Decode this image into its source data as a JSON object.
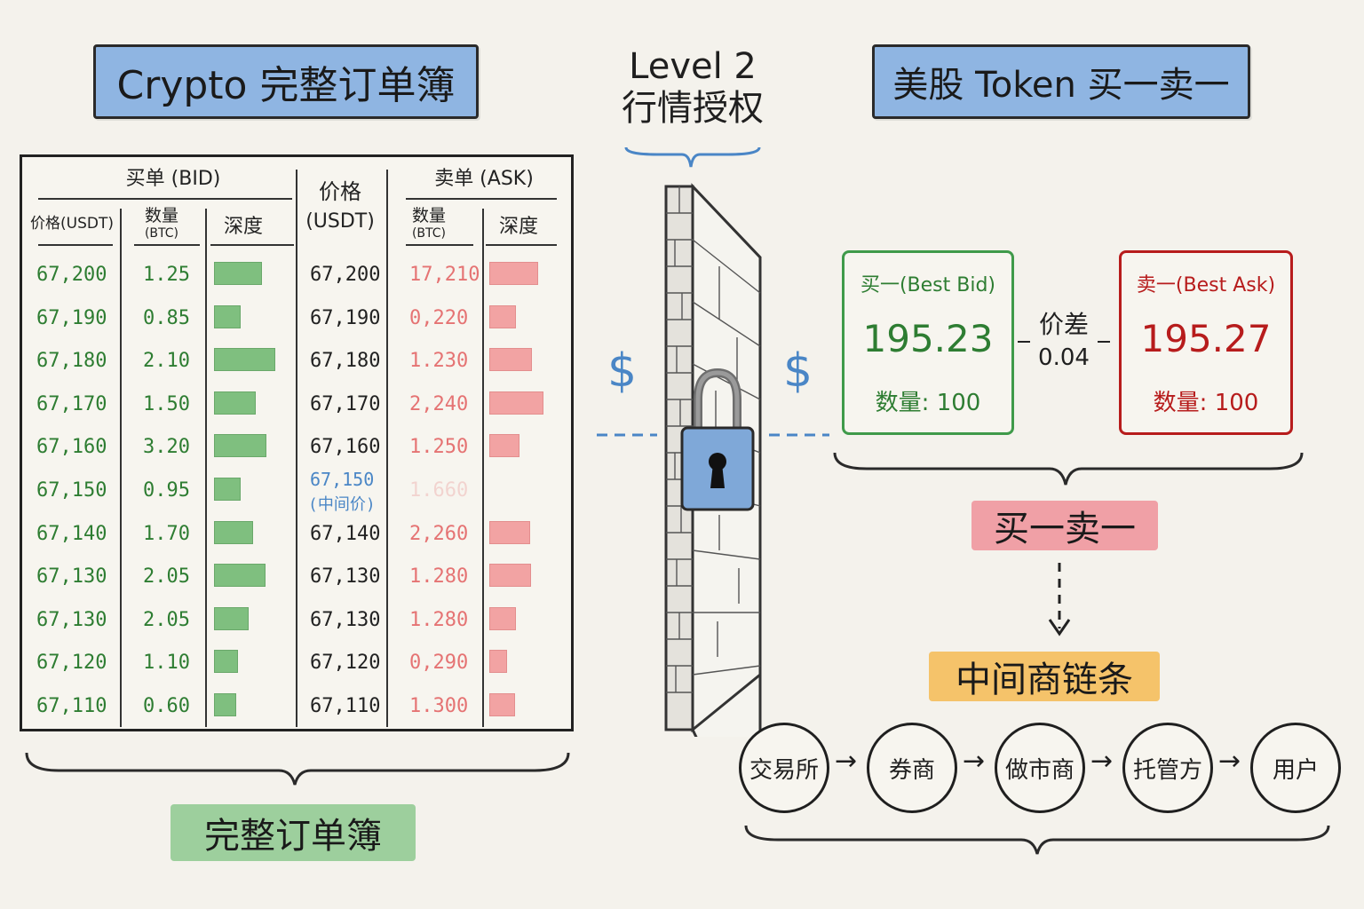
{
  "crypto_title": "Crypto 完整订单簿",
  "level2_line1": "Level 2",
  "level2_line2": "行情授权",
  "token_title": "美股 Token 买一卖一",
  "orderbook": {
    "bid_header": "买单 (BID)",
    "bid_price_header": "价格(USDT)",
    "qty_header": "数量",
    "qty_unit": "(BTC)",
    "depth_header": "深度",
    "price_header": "价格",
    "price_unit": "(USDT)",
    "ask_header": "卖单 (ASK)",
    "mid_label": "(中间价)",
    "rows": [
      {
        "bid_price": "67,200",
        "bid_qty": "1.25",
        "bid_depth": 0.62,
        "price": "67,200",
        "ask_qty": "17,210",
        "ask_depth": 0.66
      },
      {
        "bid_price": "67,190",
        "bid_qty": "0.85",
        "bid_depth": 0.33,
        "price": "67,190",
        "ask_qty": "0,220",
        "ask_depth": 0.35
      },
      {
        "bid_price": "67,180",
        "bid_qty": "2.10",
        "bid_depth": 0.8,
        "price": "67,180",
        "ask_qty": "1.230",
        "ask_depth": 0.58
      },
      {
        "bid_price": "67,170",
        "bid_qty": "1.50",
        "bid_depth": 0.53,
        "price": "67,170",
        "ask_qty": "2,240",
        "ask_depth": 0.74
      },
      {
        "bid_price": "67,160",
        "bid_qty": "3.20",
        "bid_depth": 0.68,
        "price": "67,160",
        "ask_qty": "1.250",
        "ask_depth": 0.4
      },
      {
        "bid_price": "67,150",
        "bid_qty": "0.95",
        "bid_depth": 0.33,
        "price": "67,150",
        "ask_qty": "1.660",
        "ask_depth": 0.0
      },
      {
        "bid_price": "67,140",
        "bid_qty": "1.70",
        "bid_depth": 0.5,
        "price": "67,140",
        "ask_qty": "2,260",
        "ask_depth": 0.55
      },
      {
        "bid_price": "67,130",
        "bid_qty": "2.05",
        "bid_depth": 0.67,
        "price": "67,130",
        "ask_qty": "1.280",
        "ask_depth": 0.56
      },
      {
        "bid_price": "67,130",
        "bid_qty": "2.05",
        "bid_depth": 0.44,
        "price": "67,130",
        "ask_qty": "1.280",
        "ask_depth": 0.35
      },
      {
        "bid_price": "67,120",
        "bid_qty": "1.10",
        "bid_depth": 0.3,
        "price": "67,120",
        "ask_qty": "0,290",
        "ask_depth": 0.22
      },
      {
        "bid_price": "67,110",
        "bid_qty": "0.60",
        "bid_depth": 0.27,
        "price": "67,110",
        "ask_qty": "1.300",
        "ask_depth": 0.34
      }
    ]
  },
  "full_orderbook_label": "完整订单簿",
  "best_bid": {
    "label": "买一(Best Bid)",
    "price": "195.23",
    "qty": "数量: 100"
  },
  "best_ask": {
    "label": "卖一(Best Ask)",
    "price": "195.27",
    "qty": "数量: 100"
  },
  "spread": {
    "label": "价差",
    "value": "0.04"
  },
  "bid_ask_label": "买一卖一",
  "middleman_label": "中间商链条",
  "chain": [
    "交易所",
    "券商",
    "做市商",
    "托管方",
    "用户"
  ],
  "icons": {
    "dollar_left": "$",
    "dollar_right": "$"
  },
  "colors": {
    "bid": "#2e7d32",
    "ask": "#b71c1c",
    "accent_blue": "#4a86c6"
  }
}
